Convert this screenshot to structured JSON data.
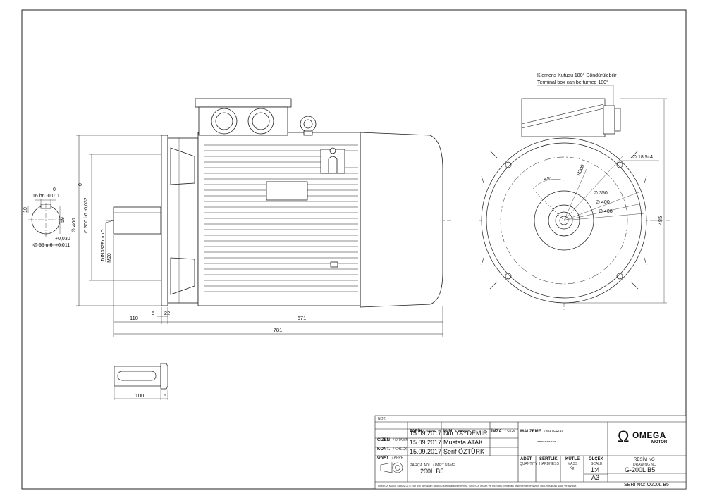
{
  "front_view": {
    "dims": {
      "d110": "110",
      "d671": "671",
      "d781": "781",
      "d5": "5",
      "d22": "22",
      "phi400": "∅ 400",
      "phi300": "∅ 300 h6 -0,032",
      "phi300_zero": "0",
      "din": "DIN332FromD",
      "m20": "M20"
    }
  },
  "shaft_section": {
    "width_label": "16 h6 -0,011",
    "width_zero": "0",
    "depth": "59",
    "key_height": "10",
    "dia_label": "∅ 55 m6",
    "tol_upper": "+0,030",
    "tol_lower": "+0,011"
  },
  "key_view": {
    "length": "100",
    "end": "5"
  },
  "side_view": {
    "note_tr": "Klemens Kutusu 180° Döndürülebilir",
    "note_en": "Terminal box can be turned 180°",
    "hole": "∅ 18,5x4",
    "angle": "45°",
    "radius": "R300",
    "d350": "∅ 350",
    "d400": "∅ 400",
    "d408": "∅ 408",
    "height": "485"
  },
  "title_block": {
    "not_label": "NOT:",
    "headers": {
      "tarih": "TARİH",
      "tarih_en": "/ DATE",
      "isim": "İSİM",
      "isim_en": "/ NAME",
      "imza": "İMZA",
      "imza_en": "/ SIGN."
    },
    "rows": [
      {
        "role": "ÇİZEN",
        "role_en": "/ DRAWN",
        "date": "15.09.2017",
        "name": "Nur YAYDEMİR"
      },
      {
        "role": "KONT.",
        "role_en": "/ CHECK",
        "date": "15.09.2017",
        "name": "Mustafa ATAK"
      },
      {
        "role": "ONAY",
        "role_en": "/ APPR",
        "date": "15.09.2017",
        "name": "Şerif ÖZTÜRK"
      }
    ],
    "malzeme": "MALZEME",
    "malzeme_en": "/ MATERIAL",
    "malzeme_value": "----------",
    "parca": "PARÇA ADI",
    "parca_en": "/ PART NAME",
    "part_name": "200L B5",
    "adet": "ADET",
    "adet_en": "QUANTITY",
    "sertlik": "SERTLİK",
    "sertlik_en": "HARDNESS",
    "kutle": "KÜTLE",
    "kutle_en": "MASS",
    "kutle_unit": "Kg",
    "olcek": "ÖLÇEK",
    "olcek_en": "SCALE",
    "scale_value": "1:4",
    "sheet": "A3",
    "resim_no": "RESİM NO",
    "resim_no_en": "DRAWING NO",
    "drawing_no": "G-200L B5",
    "seri_no": "SERİ NO: O200L B5",
    "logo_text": "OMEGA",
    "logo_sub": "MOTOR",
    "footer": "OMEGA Motor Sanayi A.Ş.'nin izni olmadan üçüncü şahıslara verilemez. OMEGA imzalı ve mühürlü olmayan resimler geçersizdir. Bütün hakları saklı ve gizlidir."
  },
  "colors": {
    "line": "#1a1a1a",
    "paper": "#ffffff",
    "fill_light": "#f4f4f4"
  }
}
